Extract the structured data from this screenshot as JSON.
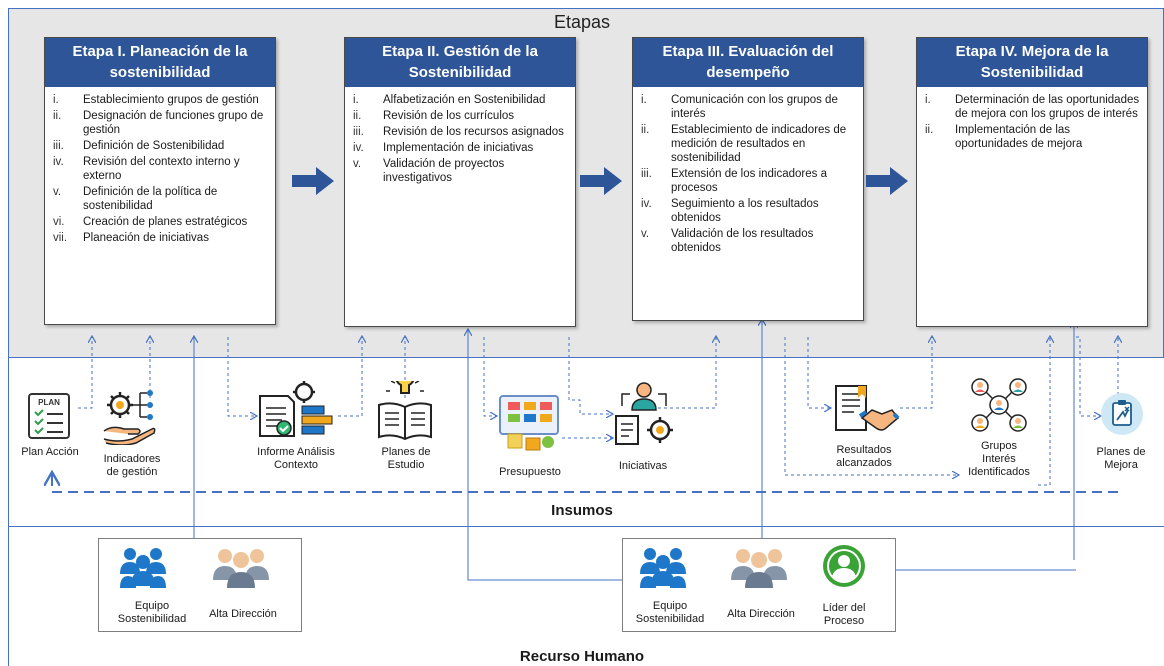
{
  "sections": {
    "etapas": "Etapas",
    "insumos": "Insumos",
    "recursos": "Recurso Humano"
  },
  "stages": [
    {
      "title": "Etapa I. Planeación de la sostenibilidad",
      "items": [
        {
          "num": "i.",
          "text": "Establecimiento grupos de gestión"
        },
        {
          "num": "ii.",
          "text": "Designación de funciones grupo de gestión"
        },
        {
          "num": "iii.",
          "text": "Definición de Sostenibilidad"
        },
        {
          "num": "iv.",
          "text": "Revisión del contexto interno y externo"
        },
        {
          "num": "v.",
          "text": "Definición de la política de sostenibilidad"
        },
        {
          "num": "vi.",
          "text": "Creación de planes estratégicos"
        },
        {
          "num": "vii.",
          "text": "Planeación de iniciativas"
        }
      ]
    },
    {
      "title": "Etapa II. Gestión de la Sostenibilidad",
      "items": [
        {
          "num": "i.",
          "text": "Alfabetización en Sostenibilidad"
        },
        {
          "num": "ii.",
          "text": "Revisión de los currículos"
        },
        {
          "num": "iii.",
          "text": "Revisión de los recursos asignados"
        },
        {
          "num": "iv.",
          "text": "Implementación de iniciativas"
        },
        {
          "num": "v.",
          "text": "Validación de proyectos investigativos"
        }
      ]
    },
    {
      "title": "Etapa III. Evaluación del desempeño",
      "items": [
        {
          "num": "i.",
          "text": "Comunicación con los grupos de interés"
        },
        {
          "num": "ii.",
          "text": "Establecimiento de indicadores de medición de resultados en sostenibilidad"
        },
        {
          "num": "iii.",
          "text": "Extensión de los indicadores a procesos"
        },
        {
          "num": "iv.",
          "text": "Seguimiento a los resultados obtenidos"
        },
        {
          "num": "v.",
          "text": "Validación de los resultados obtenidos"
        }
      ]
    },
    {
      "title": "Etapa IV. Mejora de la Sostenibilidad",
      "items": [
        {
          "num": "i.",
          "text": "Determinación de las oportunidades de mejora con los grupos de interés"
        },
        {
          "num": "ii.",
          "text": "Implementación de las oportunidades de mejora"
        }
      ]
    }
  ],
  "insumos": {
    "plan_accion": "Plan Acción",
    "plan_icon_word": "PLAN",
    "indicadores_1": "Indicadores",
    "indicadores_2": "de gestión",
    "informe_1": "Informe Análisis",
    "informe_2": "Contexto",
    "planes_estudio_1": "Planes de",
    "planes_estudio_2": "Estudio",
    "presupuesto": "Presupuesto",
    "iniciativas": "Iniciativas",
    "resultados_1": "Resultados",
    "resultados_2": "alcanzados",
    "grupos_1": "Grupos",
    "grupos_2": "Interés",
    "grupos_3": "Identificados",
    "planes_mejora_1": "Planes de",
    "planes_mejora_2": "Mejora"
  },
  "recursos": {
    "equipo_1": "Equipo",
    "equipo_2": "Sostenibilidad",
    "alta": "Alta Dirección",
    "lider_1": "Líder del",
    "lider_2": "Proceso"
  },
  "colors": {
    "stage_header": "#2e5597",
    "arrow": "#2e5597",
    "icon_blue": "#1f77c9",
    "connector": "#4472c4",
    "band_bg": "#e6e6e6"
  }
}
